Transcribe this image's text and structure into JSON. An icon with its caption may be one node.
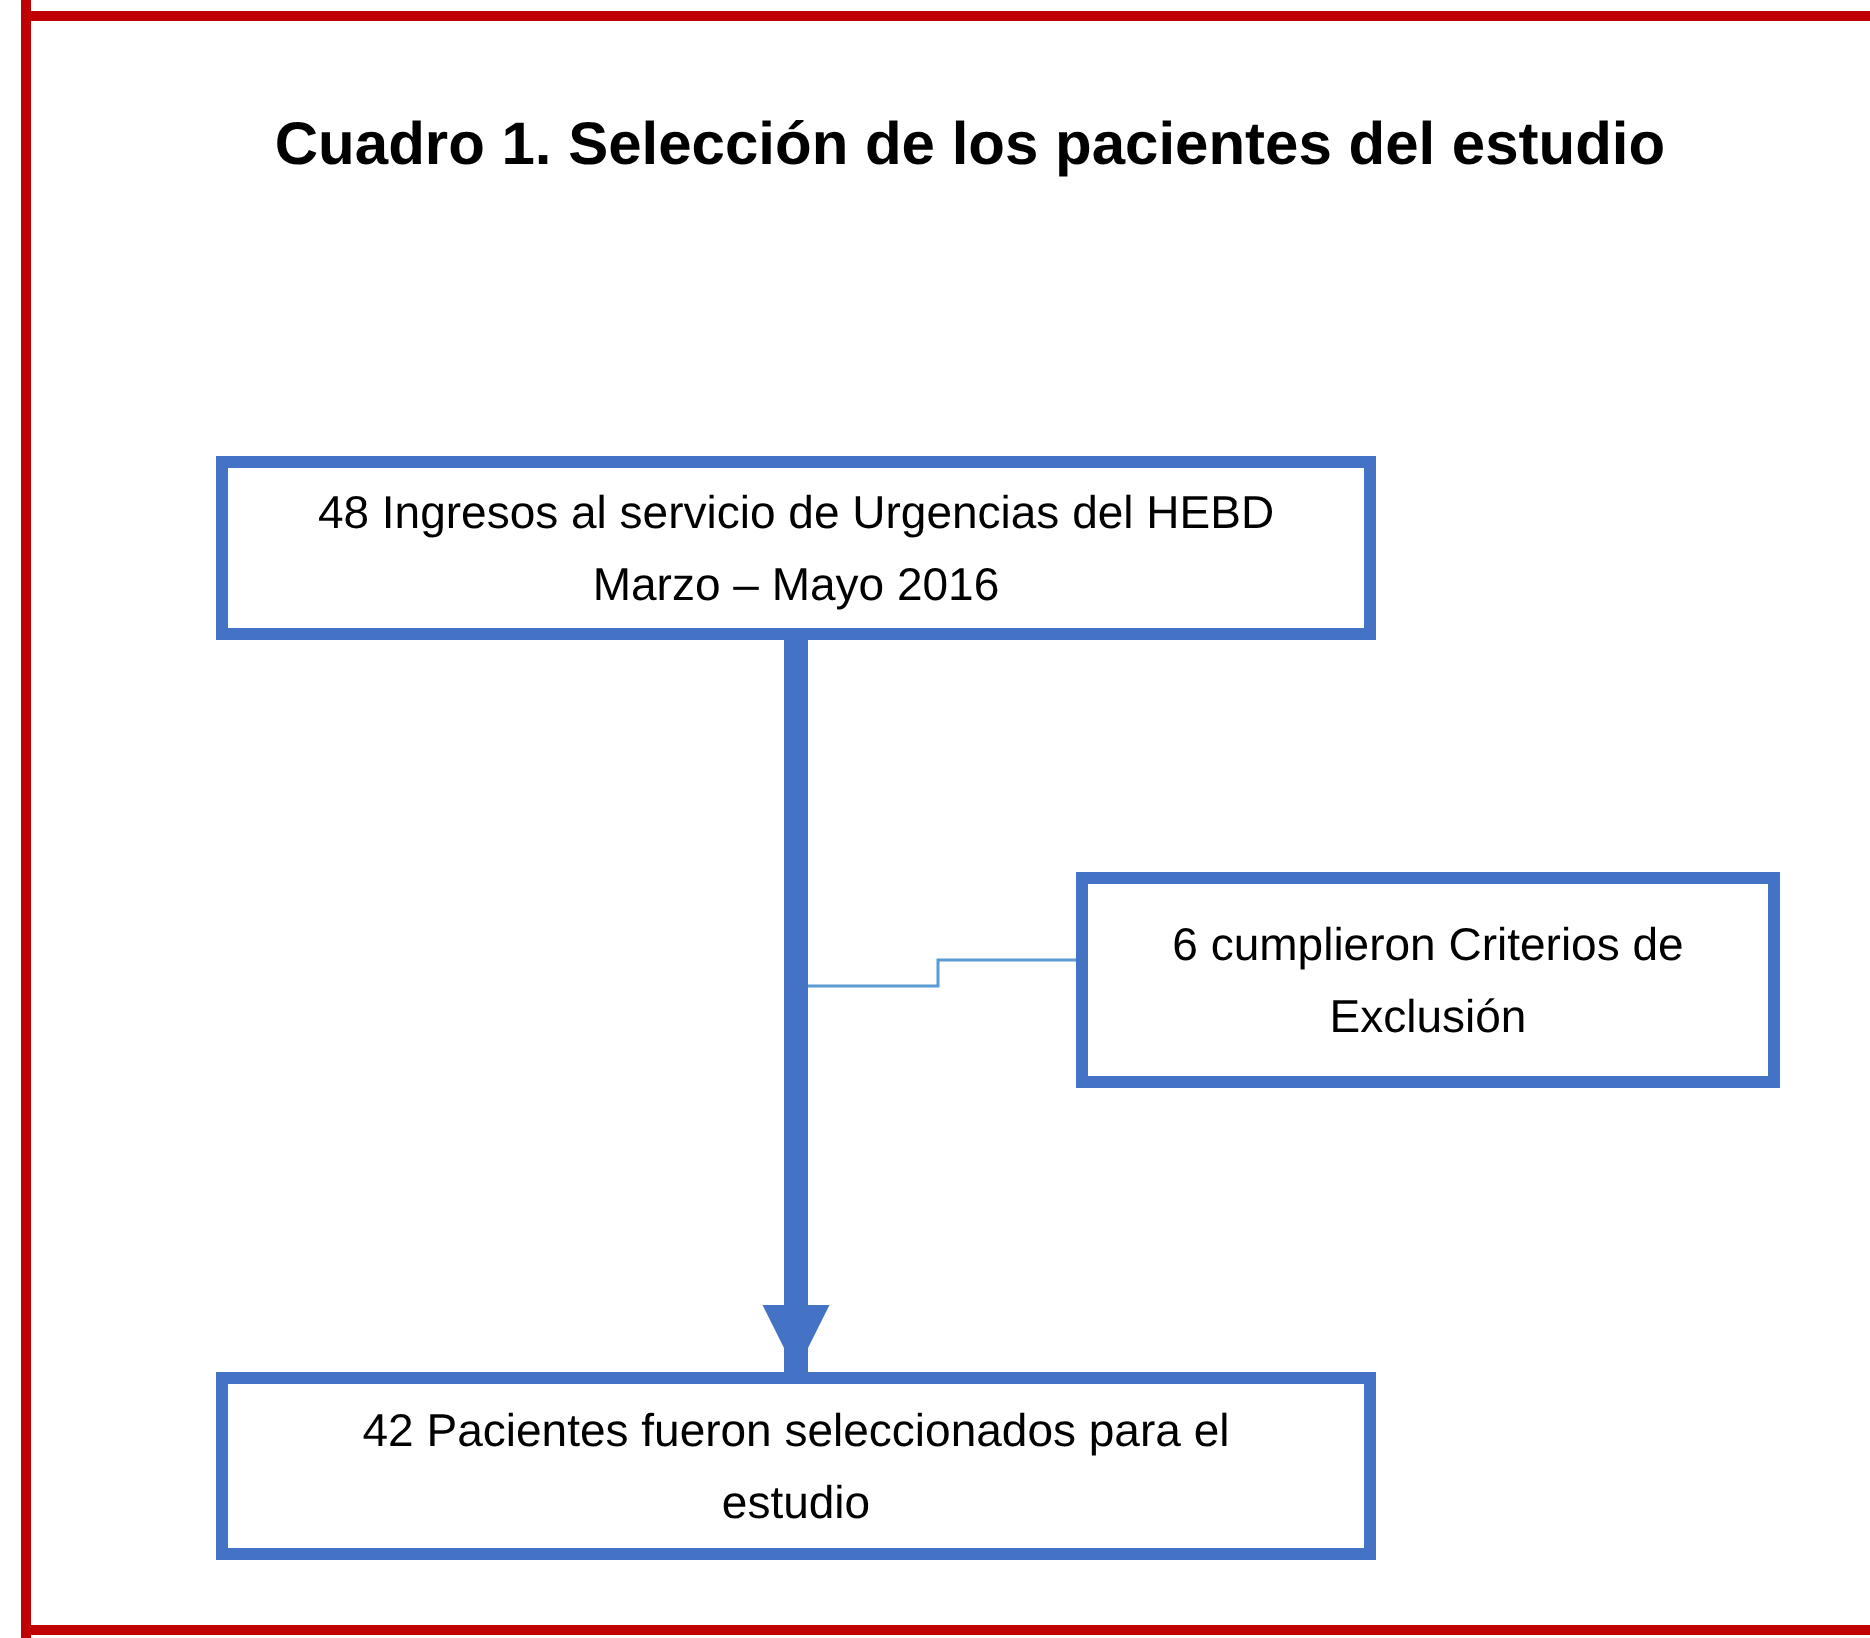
{
  "diagram": {
    "title": "Cuadro 1. Selección de los pacientes del estudio",
    "nodes": [
      {
        "text": [
          "48 Ingresos al servicio de Urgencias del HEBD Marzo – Mayo 2016"
        ]
      },
      {
        "text": [
          "6 cumplieron Criterios de Exclusión"
        ]
      },
      {
        "text": [
          "42 Pacientes fueron seleccionados para el estudio"
        ]
      }
    ],
    "edges": [
      {
        "from": 0,
        "to": 2,
        "arrow": "to",
        "style": "thick"
      },
      {
        "from": 0,
        "to": 1,
        "arrow": "none"
      }
    ]
  }
}
